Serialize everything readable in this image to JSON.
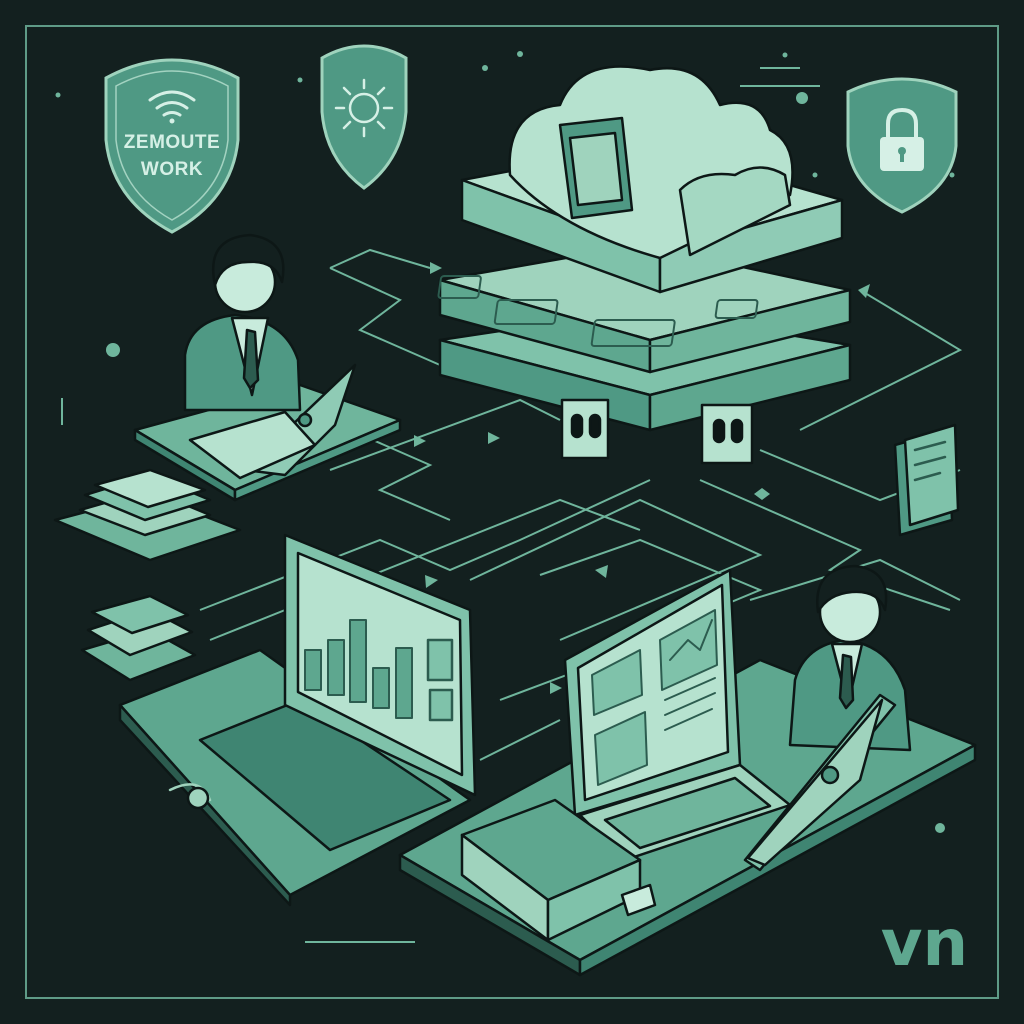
{
  "badge": {
    "line1": "ZEMOUTE",
    "line2": "WORK"
  },
  "brand": {
    "text": "vn"
  },
  "icons": {
    "wifi": "wifi-icon",
    "sun": "sun-icon",
    "lock": "lock-icon",
    "cloud": "cloud-icon"
  },
  "colors": {
    "background": "#13201f",
    "accent": "#6fb59c",
    "accent_light": "#9fd3bd",
    "accent_pale": "#c8ebdc",
    "outline": "#0d1716"
  }
}
